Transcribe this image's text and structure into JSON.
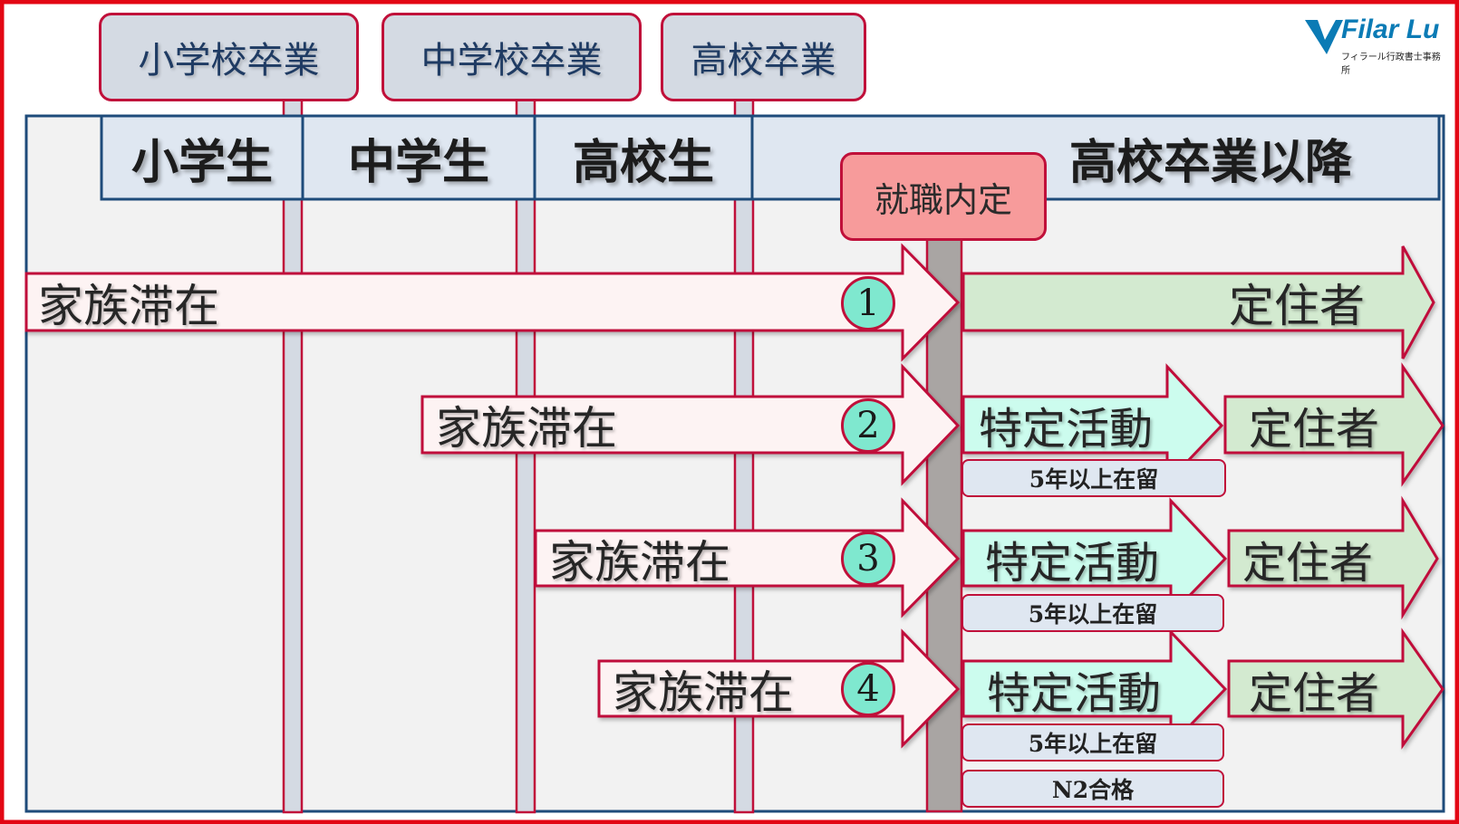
{
  "graduations": [
    "小学校卒業",
    "中学校卒業",
    "高校卒業"
  ],
  "stages": [
    "小学生",
    "中学生",
    "高校生",
    "高校卒業以降"
  ],
  "job_offer": "就職内定",
  "rows": [
    {
      "number": "1",
      "status": "家族滞在",
      "next": "定住者"
    },
    {
      "number": "2",
      "status": "家族滞在",
      "mid": "特定活動",
      "next": "定住者",
      "conditions": [
        "5年以上在留"
      ]
    },
    {
      "number": "3",
      "status": "家族滞在",
      "mid": "特定活動",
      "next": "定住者",
      "conditions": [
        "5年以上在留"
      ]
    },
    {
      "number": "4",
      "status": "家族滞在",
      "mid": "特定活動",
      "next": "定住者",
      "conditions": [
        "5年以上在留",
        "N2合格"
      ]
    }
  ],
  "logo": {
    "name": "Filar Lu",
    "subtitle": "フィラール行政書士事務所"
  },
  "colors": {
    "frame": "#e30613",
    "border": "#c0103a",
    "stage_bg": "#dfe7f1",
    "panel_bg": "#f2f2f2",
    "status_bg": "#fdf3f3",
    "mid_bg": "#ccfcee",
    "next_bg": "#d3ead0",
    "number_bg": "#7fe8cf"
  }
}
